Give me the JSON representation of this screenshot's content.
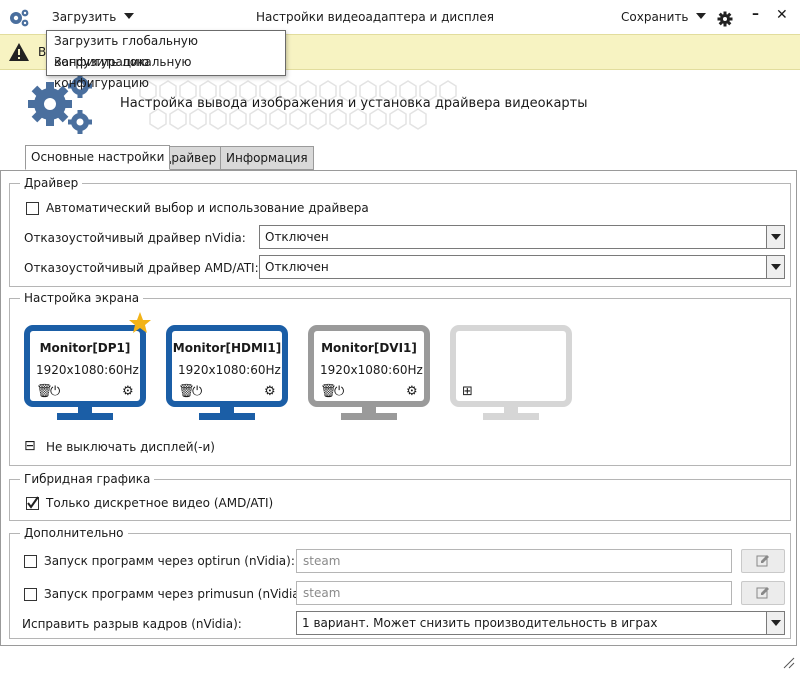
{
  "window": {
    "title": "Настройки видеоадаптера и дисплея",
    "load_label": "Загрузить",
    "save_label": "Сохранить",
    "min_glyph": "–",
    "close_glyph": "✕"
  },
  "load_menu": {
    "items": [
      "Загрузить глобальную конфигурацию",
      "Загрузить локальную конфигурацию"
    ]
  },
  "infobar": {
    "partial_text": "В"
  },
  "header": {
    "title": "Настройка вывода изображения и установка драйвера видеокарты"
  },
  "tabs": [
    {
      "label": "Основные настройки",
      "active": true
    },
    {
      "label": "Драйвер",
      "active": false
    },
    {
      "label": "Информация",
      "active": false
    }
  ],
  "driver": {
    "group_label": "Драйвер",
    "auto_label": "Автоматический выбор и использование драйвера",
    "auto_checked": false,
    "nvidia_label": "Отказоустойчивый драйвер nVidia:",
    "nvidia_value": "Отключен",
    "amd_label": "Отказоустойчивый драйвер AMD/ATI:",
    "amd_value": "Отключен"
  },
  "screen": {
    "group_label": "Настройка экрана",
    "monitors": [
      {
        "name": "Monitor[DP1]",
        "res": "1920x1080:60Hz",
        "color": "#1b5ea6",
        "primary": true
      },
      {
        "name": "Monitor[HDMI1]",
        "res": "1920x1080:60Hz",
        "color": "#1b5ea6",
        "primary": false
      },
      {
        "name": "Monitor[DVI1]",
        "res": "1920x1080:60Hz",
        "color": "#9a9a9a",
        "primary": false
      },
      {
        "name": "",
        "res": "",
        "color": "#d6d6d6",
        "primary": false
      }
    ],
    "keep_on_label": "Не выключать дисплей(-и)",
    "keep_on_glyph": "⊟"
  },
  "hybrid": {
    "group_label": "Гибридная графика",
    "discrete_label": "Только дискретное видео (AMD/ATI)",
    "discrete_checked": true
  },
  "extra": {
    "group_label": "Дополнительно",
    "optirun_label": "Запуск программ через optirun (nVidia):",
    "optirun_placeholder": "steam",
    "primusun_label": "Запуск программ через primusun (nVidia):",
    "primusun_placeholder": "steam",
    "tearing_label": "Исправить разрыв кадров (nVidia):",
    "tearing_value": "1 вариант. Может снизить производительность в играх"
  },
  "colors": {
    "accent": "#1b5ea6",
    "star": "#f2b318",
    "gear_icon": "#4a6f9e"
  }
}
